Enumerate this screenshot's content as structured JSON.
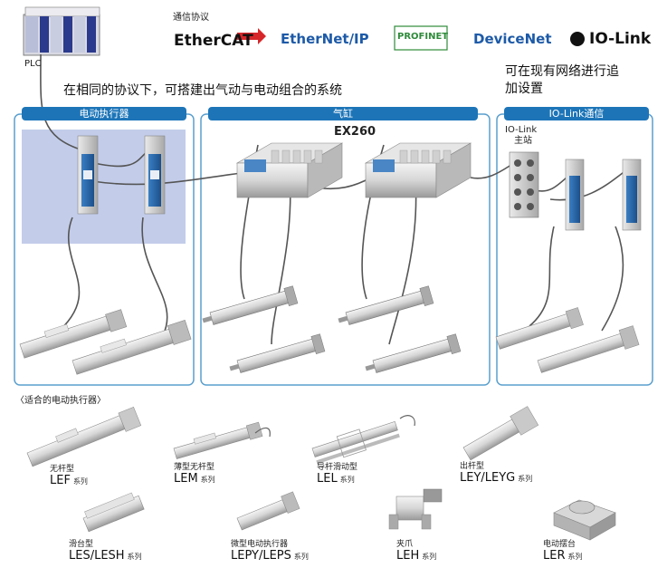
{
  "protocols": {
    "heading": "通信协议",
    "items": [
      {
        "name": "EtherCAT",
        "color": "#111111"
      },
      {
        "name": "EtherNet/IP",
        "color": "#1d5aa8"
      },
      {
        "name": "PROFINET",
        "color": "#2e8b3a"
      },
      {
        "name": "DeviceNet",
        "color": "#1d5aa8"
      },
      {
        "name": "IO-Link",
        "color": "#111111"
      }
    ]
  },
  "plc_label": "PLC",
  "headline_main": "在相同的协议下，可搭建出气动与电动组合的系统",
  "headline_right": [
    "可在现有网络进行追",
    "加设置"
  ],
  "sections": {
    "electric": "电动执行器",
    "cylinder": "气缸",
    "iolink": "IO-Link通信"
  },
  "ex260_label": "EX260",
  "iolink_master": [
    "IO-Link",
    "主站"
  ],
  "suitable_title": "〈适合的电动执行器〉",
  "actuators": [
    {
      "cn": "无杆型",
      "model": "LEF",
      "suffix": "系列"
    },
    {
      "cn": "薄型无杆型",
      "model": "LEM",
      "suffix": "系列"
    },
    {
      "cn": "导杆滑动型",
      "model": "LEL",
      "suffix": "系列"
    },
    {
      "cn": "出杆型",
      "model": "LEY/LEYG",
      "suffix": "系列"
    },
    {
      "cn": "滑台型",
      "model": "LES/LESH",
      "suffix": "系列"
    },
    {
      "cn": "微型电动执行器",
      "model": "LEPY/LEPS",
      "suffix": "系列"
    },
    {
      "cn": "夹爪",
      "model": "LEH",
      "suffix": "系列"
    },
    {
      "cn": "电动摆台",
      "model": "LER",
      "suffix": "系列"
    }
  ],
  "colors": {
    "accent": "#1d75b8",
    "frame": "#5a9fce",
    "shade": "#c3cdea",
    "cable": "#555555"
  }
}
